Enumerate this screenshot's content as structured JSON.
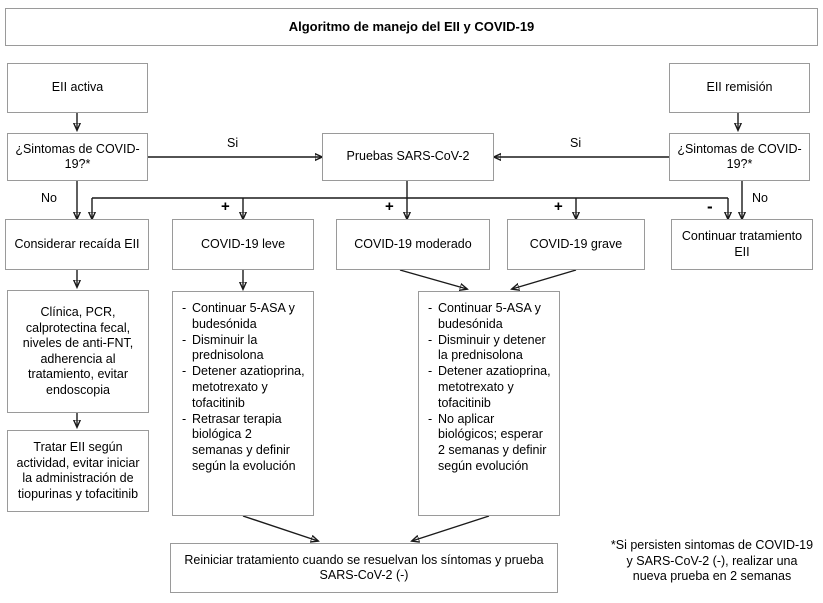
{
  "title": {
    "text": "Algoritmo de manejo del EII y COVID-19"
  },
  "nodes": {
    "eii_activa": "EII activa",
    "sintomas_izq": "¿Sintomas de COVID-19?*",
    "pruebas": "Pruebas SARS-CoV-2",
    "sintomas_der": "¿Sintomas de COVID-19?*",
    "eii_remision": "EII remisión",
    "considerar_recaida": "Considerar recaída EII",
    "covid_leve": "COVID-19 leve",
    "covid_moderado": "COVID-19 moderado",
    "covid_grave": "COVID-19 grave",
    "continuar_tratamiento": "Continuar tratamiento EII",
    "clinica_pcr": "Clínica, PCR, calprotectina fecal, niveles de anti-FNT, adherencia al tratamiento, evitar endoscopia",
    "tratar_eii": "Tratar EII según actividad, evitar iniciar la administración de tiopurinas y tofacitinib",
    "reiniciar": "Reiniciar tratamiento cuando se resuelvan los síntomas y prueba SARS-CoV-2 (-)"
  },
  "treatment_leve": [
    "Continuar 5-ASA y budesónida",
    "Disminuir la prednisolona",
    "Detener azatioprina, metotrexato y tofacitinib",
    "Retrasar terapia biológica 2 semanas y definir según la evolución"
  ],
  "treatment_moderado_grave": [
    "Continuar 5-ASA y budesónida",
    "Disminuir y detener la prednisolona",
    "Detener azatioprina, metotrexato y tofacitinib",
    "No aplicar biológicos; esperar 2 semanas y definir según evolución"
  ],
  "edge_labels": {
    "si_izq": "Si",
    "si_der": "Si",
    "no_izq": "No",
    "no_der": "No",
    "plus_leve": "+",
    "plus_moderado": "+",
    "plus_grave": "+",
    "minus": "-"
  },
  "footnote": "*Si persisten sintomas de COVID-19 y SARS-CoV-2 (-), realizar una nueva prueba en 2 semanas",
  "colors": {
    "border": "#9a9a9a",
    "wire": "#1a1a1a",
    "background": "#ffffff",
    "text": "#000000"
  }
}
